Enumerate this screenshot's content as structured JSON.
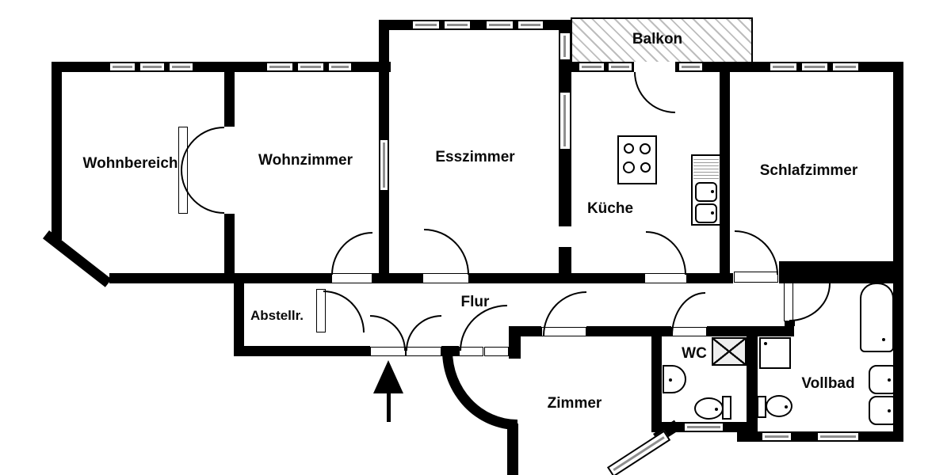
{
  "plan": {
    "type": "floor-plan",
    "rooms": [
      {
        "id": "wohnbereich",
        "label": "Wohnbereich"
      },
      {
        "id": "wohnzimmer",
        "label": "Wohnzimmer"
      },
      {
        "id": "esszimmer",
        "label": "Esszimmer"
      },
      {
        "id": "kueche",
        "label": "Küche"
      },
      {
        "id": "balkon",
        "label": "Balkon"
      },
      {
        "id": "schlafzimmer",
        "label": "Schlafzimmer"
      },
      {
        "id": "abstellraum",
        "label": "Abstellr."
      },
      {
        "id": "flur",
        "label": "Flur"
      },
      {
        "id": "zimmer",
        "label": "Zimmer"
      },
      {
        "id": "wc",
        "label": "WC"
      },
      {
        "id": "vollbad",
        "label": "Vollbad"
      }
    ],
    "fixtures": [
      "stove",
      "kitchen-sink",
      "shower",
      "bathtub",
      "washbasin",
      "double-washbasin",
      "toilet",
      "duct"
    ],
    "entrance": {
      "marker": "arrow-up"
    },
    "colors": {
      "wall": "#000000",
      "background": "#ffffff",
      "window_line": "#8f8f8f",
      "hatch_line": "#bdbdbd"
    }
  }
}
